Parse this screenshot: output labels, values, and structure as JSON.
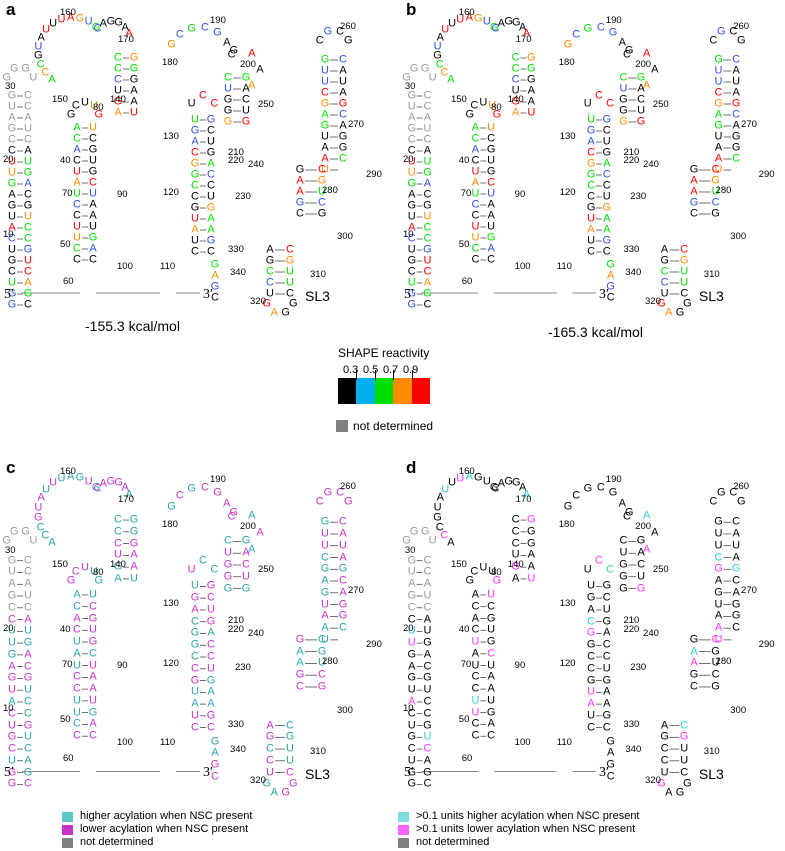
{
  "panels": {
    "a": {
      "letter": "a",
      "energy": "-155.3 kcal/mol",
      "five_prime": "5′",
      "three_prime": "3′",
      "sl3": "SL3"
    },
    "b": {
      "letter": "b",
      "energy": "-165.3 kcal/mol",
      "five_prime": "5′",
      "three_prime": "3′",
      "sl3": "SL3"
    },
    "c": {
      "letter": "c",
      "five_prime": "5′",
      "three_prime": "3′",
      "sl3": "SL3"
    },
    "d": {
      "letter": "d",
      "five_prime": "5′",
      "three_prime": "3′",
      "sl3": "SL3"
    }
  },
  "shape_legend": {
    "title": "SHAPE reactivity",
    "ticks": [
      "0.3",
      "0.5",
      "0.7",
      "0.9"
    ],
    "colors": [
      "#000000",
      "#00b0f0",
      "#00e000",
      "#ff8c00",
      "#ff0000"
    ],
    "nd_color": "#808080",
    "nd_label": "not determined"
  },
  "legend_c": {
    "items": [
      {
        "color": "#5bc8c8",
        "label": "higher acylation when NSC present"
      },
      {
        "color": "#c832c8",
        "label": "lower acylation when NSC present"
      },
      {
        "color": "#808080",
        "label": "not determined"
      }
    ]
  },
  "legend_d": {
    "items": [
      {
        "color": "#7fdcdc",
        "label": ">0.1 units higher acylation when NSC present"
      },
      {
        "color": "#ff66ff",
        "label": ">0.1 units lower acylation when NSC present"
      },
      {
        "color": "#808080",
        "label": "not determined"
      }
    ]
  },
  "numbers": [
    "160",
    "170",
    "190",
    "180",
    "200",
    "260",
    "250",
    "270",
    "240",
    "290",
    "280",
    "300",
    "330",
    "310",
    "320",
    "340",
    "110",
    "120",
    "130",
    "140",
    "150",
    "210",
    "220",
    "230",
    "30",
    "20",
    "10",
    "40",
    "50",
    "60",
    "70",
    "80",
    "90",
    "100"
  ]
}
